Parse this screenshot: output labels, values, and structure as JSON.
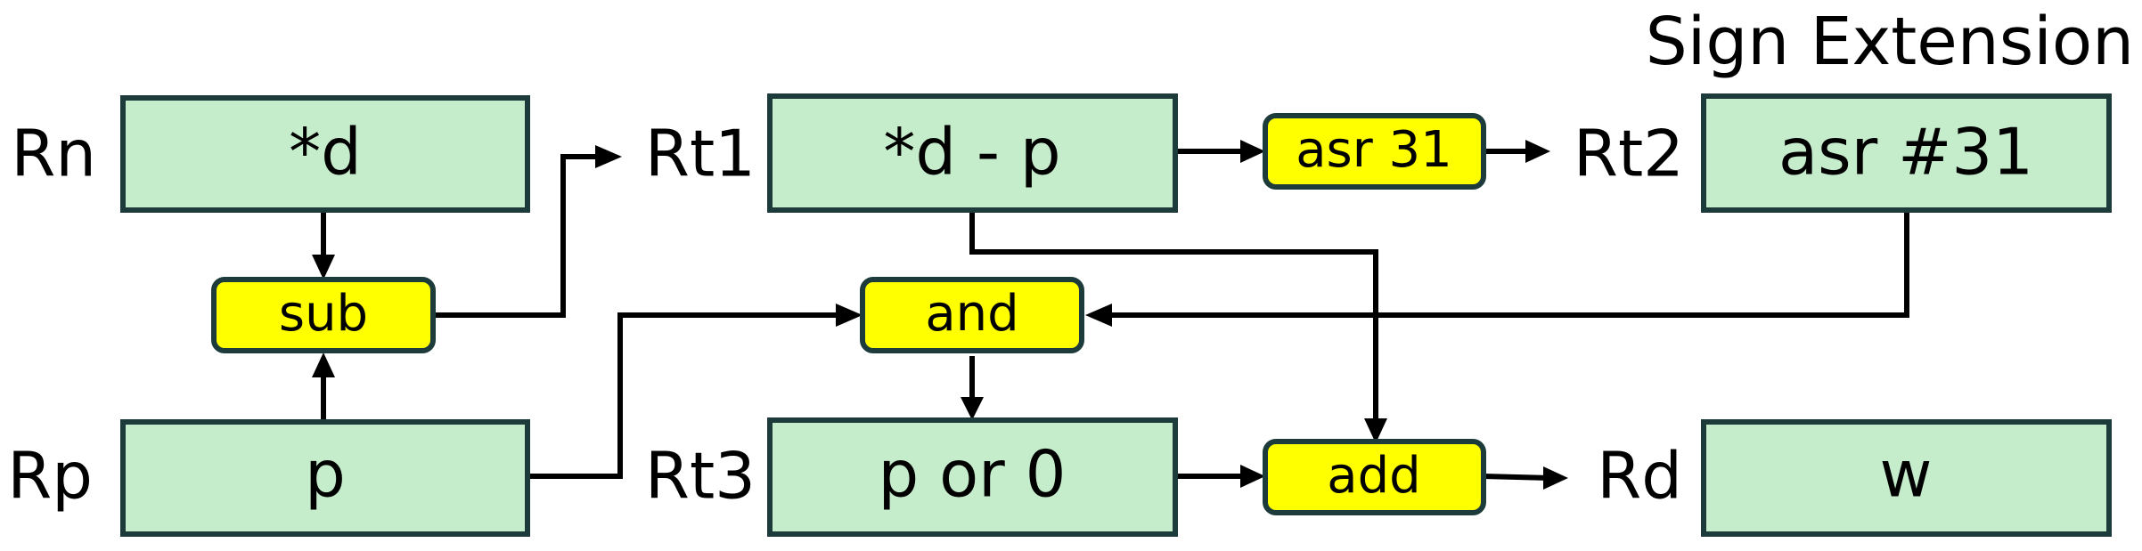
{
  "title": "Sign Extension",
  "registers": {
    "rn": {
      "label": "Rn",
      "value": "*d"
    },
    "rp": {
      "label": "Rp",
      "value": "p"
    },
    "rt1": {
      "label": "Rt1",
      "value": "*d - p"
    },
    "rt2": {
      "label": "Rt2",
      "value": "asr #31"
    },
    "rt3": {
      "label": "Rt3",
      "value": "p or 0"
    },
    "rd": {
      "label": "Rd",
      "value": "w"
    }
  },
  "operations": {
    "sub": "sub",
    "and": "and",
    "asr": "asr 31",
    "add": "add"
  },
  "colors": {
    "register_fill": "#c5eccb",
    "operation_fill": "#ffff00",
    "border": "#1d3b3b",
    "wire": "#000000"
  }
}
